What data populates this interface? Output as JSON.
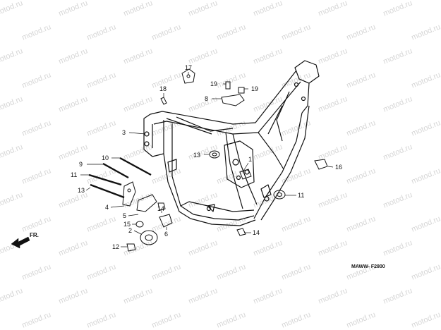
{
  "watermark": {
    "text": "motod.ru"
  },
  "direction_arrow": {
    "label": "FR."
  },
  "diagram_code": "MAWW- F2800",
  "callouts": [
    {
      "id": "c17",
      "label": "17"
    },
    {
      "id": "c18",
      "label": "18"
    },
    {
      "id": "c19a",
      "label": "19"
    },
    {
      "id": "c19b",
      "label": "19"
    },
    {
      "id": "c8",
      "label": "8"
    },
    {
      "id": "c3",
      "label": "3"
    },
    {
      "id": "c10",
      "label": "10"
    },
    {
      "id": "c9",
      "label": "9"
    },
    {
      "id": "c13a",
      "label": "13"
    },
    {
      "id": "c1",
      "label": "1"
    },
    {
      "id": "c16",
      "label": "16"
    },
    {
      "id": "c11a",
      "label": "11"
    },
    {
      "id": "c11b",
      "label": "11"
    },
    {
      "id": "c13b",
      "label": "13"
    },
    {
      "id": "c4",
      "label": "4"
    },
    {
      "id": "c14a",
      "label": "14"
    },
    {
      "id": "c5",
      "label": "5"
    },
    {
      "id": "c15",
      "label": "15"
    },
    {
      "id": "c6",
      "label": "6"
    },
    {
      "id": "c2",
      "label": "2"
    },
    {
      "id": "c14b",
      "label": "14"
    },
    {
      "id": "c12",
      "label": "12"
    }
  ]
}
